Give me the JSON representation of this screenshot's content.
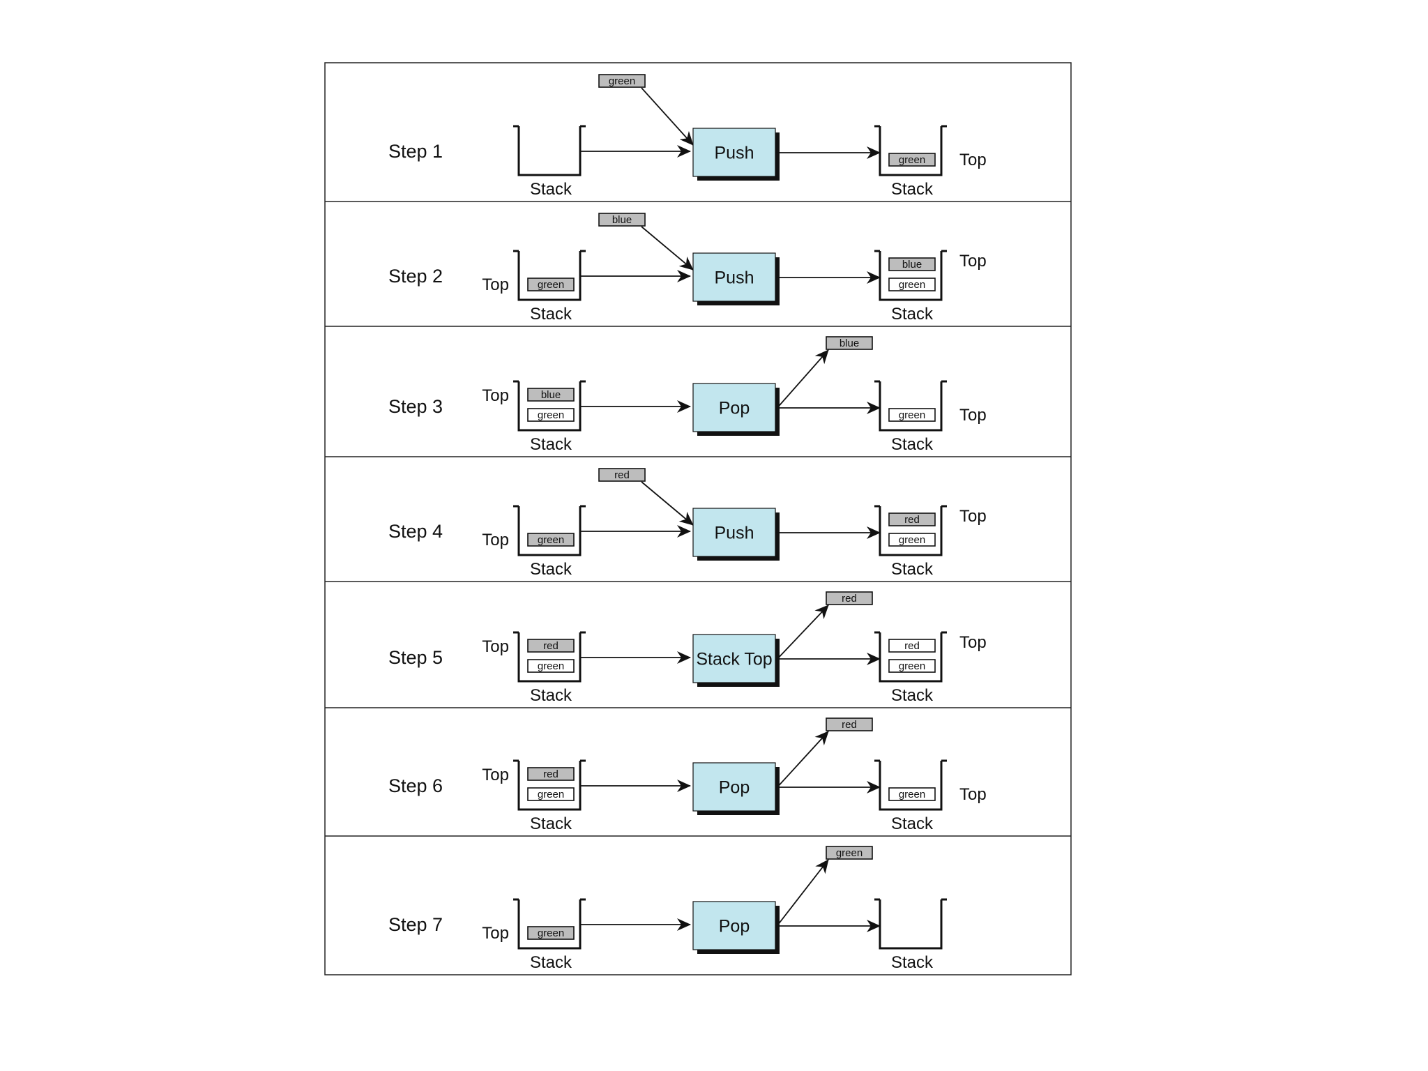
{
  "colors": {
    "operation_fill": "#c2e6ee",
    "operation_shadow": "#111111",
    "item_on_top_fill": "#bdbdbd",
    "item_below_fill": "#ffffff",
    "line": "#111111"
  },
  "labels": {
    "stack": "Stack",
    "top": "Top"
  },
  "steps": [
    {
      "label": "Step 1",
      "operation": "Push",
      "input": "green",
      "before": [],
      "output": null,
      "after": [
        "green"
      ]
    },
    {
      "label": "Step 2",
      "operation": "Push",
      "input": "blue",
      "before": [
        "green"
      ],
      "output": null,
      "after": [
        "green",
        "blue"
      ]
    },
    {
      "label": "Step 3",
      "operation": "Pop",
      "input": null,
      "before": [
        "green",
        "blue"
      ],
      "output": "blue",
      "after": [
        "green"
      ]
    },
    {
      "label": "Step 4",
      "operation": "Push",
      "input": "red",
      "before": [
        "green"
      ],
      "output": null,
      "after": [
        "green",
        "red"
      ]
    },
    {
      "label": "Step 5",
      "operation": "Stack Top",
      "input": null,
      "before": [
        "green",
        "red"
      ],
      "output": "red",
      "after": [
        "green",
        "red"
      ]
    },
    {
      "label": "Step 6",
      "operation": "Pop",
      "input": null,
      "before": [
        "green",
        "red"
      ],
      "output": "red",
      "after": [
        "green"
      ]
    },
    {
      "label": "Step 7",
      "operation": "Pop",
      "input": null,
      "before": [
        "green"
      ],
      "output": "green",
      "after": []
    }
  ]
}
